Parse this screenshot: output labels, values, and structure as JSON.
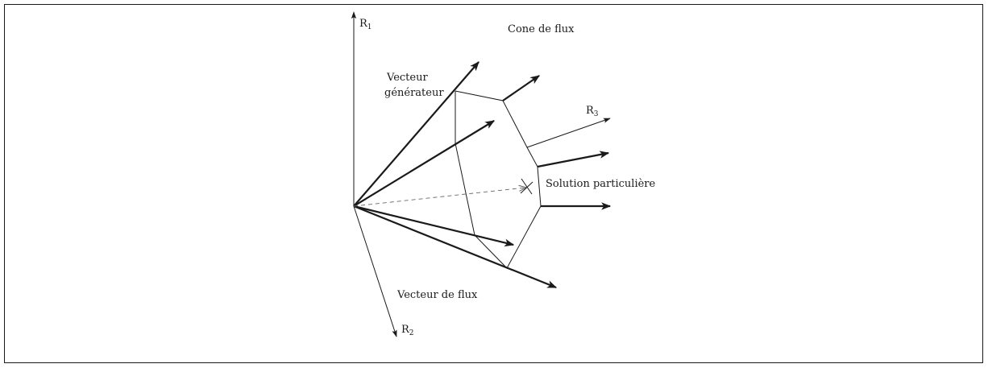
{
  "diagram": {
    "title": "Cone de flux",
    "labels": {
      "vecteur_generateur_line1": "Vecteur",
      "vecteur_generateur_line2": "générateur",
      "solution_particuliere": "Solution particulière",
      "vecteur_de_flux": "Vecteur de flux"
    },
    "axes": {
      "r1": {
        "letter": "R",
        "index": "1"
      },
      "r2": {
        "letter": "R",
        "index": "2"
      },
      "r3": {
        "letter": "R",
        "index": "3"
      }
    },
    "colors": {
      "ink": "#1a1a1a",
      "dashed": "#666666",
      "background": "#ffffff"
    }
  }
}
